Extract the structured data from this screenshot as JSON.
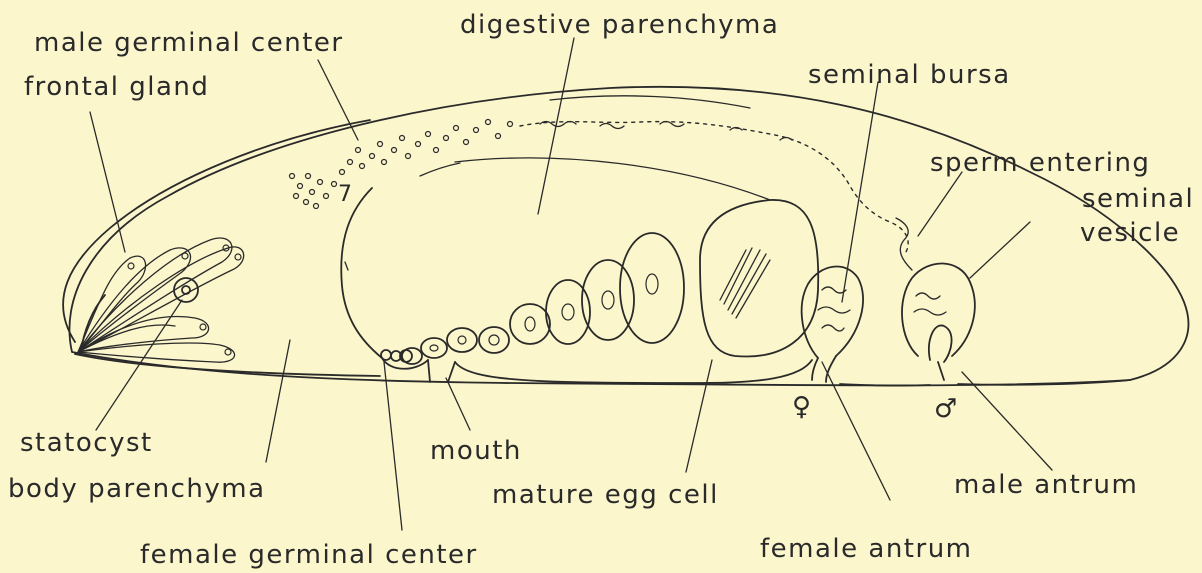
{
  "colors": {
    "background": "#fbf6cc",
    "ink": "#2a2a2a"
  },
  "labels": {
    "male_germinal_center": "male germinal center",
    "frontal_gland": "frontal gland",
    "digestive_parenchyma": "digestive parenchyma",
    "seminal_bursa": "seminal bursa",
    "sperm_entering": "sperm entering",
    "seminal_vesicle_line1": "seminal",
    "seminal_vesicle_line2": "vesicle",
    "statocyst": "statocyst",
    "body_parenchyma": "body parenchyma",
    "mouth": "mouth",
    "mature_egg_cell": "mature egg cell",
    "female_antrum": "female antrum",
    "male_antrum": "male antrum",
    "female_germinal_center": "female germinal center",
    "female_symbol": "♀",
    "male_symbol": "♂",
    "germinal_mark": "7"
  }
}
